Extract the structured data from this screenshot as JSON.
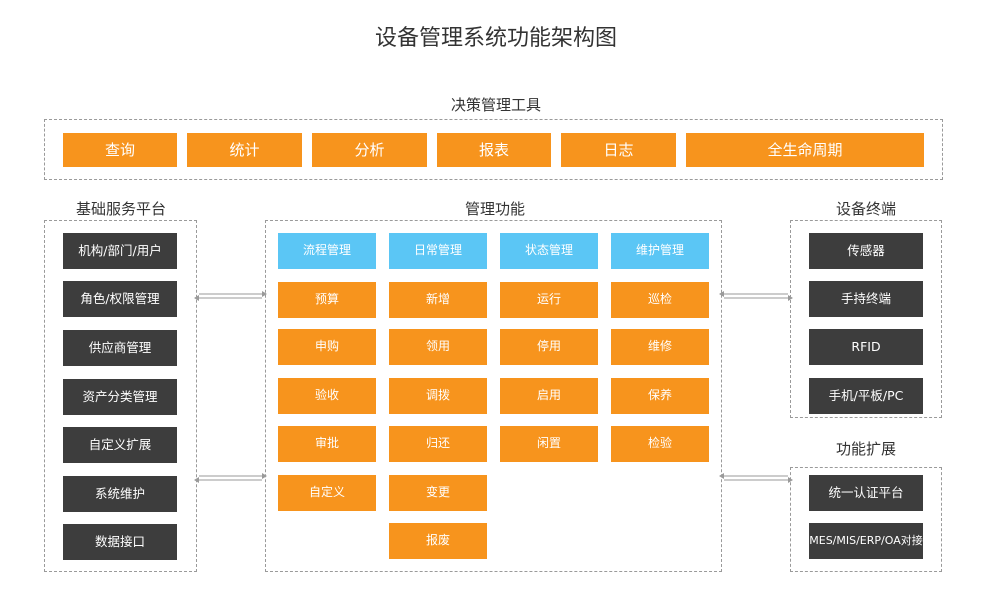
{
  "title": "设备管理系统功能架构图",
  "decision": {
    "label": "决策管理工具",
    "items": [
      "查询",
      "统计",
      "分析",
      "报表",
      "日志",
      "全生命周期"
    ]
  },
  "platform": {
    "label": "基础服务平台",
    "items": [
      "机构/部门/用户",
      "角色/权限管理",
      "供应商管理",
      "资产分类管理",
      "自定义扩展",
      "系统维护",
      "数据接口"
    ]
  },
  "management": {
    "label": "管理功能",
    "columns": [
      {
        "header": "流程管理",
        "items": [
          "预算",
          "申购",
          "验收",
          "审批",
          "自定义"
        ]
      },
      {
        "header": "日常管理",
        "items": [
          "新增",
          "领用",
          "调拨",
          "归还",
          "变更",
          "报废"
        ]
      },
      {
        "header": "状态管理",
        "items": [
          "运行",
          "停用",
          "启用",
          "闲置"
        ]
      },
      {
        "header": "维护管理",
        "items": [
          "巡检",
          "维修",
          "保养",
          "检验"
        ]
      }
    ]
  },
  "terminals": {
    "label": "设备终端",
    "items": [
      "传感器",
      "手持终端",
      "RFID",
      "手机/平板/PC"
    ]
  },
  "extensions": {
    "label": "功能扩展",
    "items": [
      "统一认证平台",
      "MES/MIS/ERP/OA对接"
    ]
  },
  "colors": {
    "orange": "#f7941d",
    "blue": "#5bc6f5",
    "dark": "#3d3d3d",
    "frame": "#9a9a9a"
  }
}
